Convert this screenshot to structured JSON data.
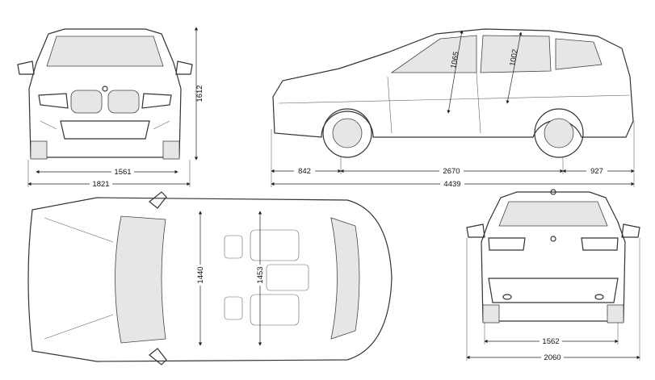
{
  "front_view": {
    "height": "1612",
    "track": "1561",
    "width": "1821"
  },
  "side_view": {
    "front_overhang": "842",
    "wheelbase": "2670",
    "rear_overhang": "927",
    "length": "4439",
    "front_headroom": "1065",
    "rear_headroom": "1002"
  },
  "top_view": {
    "front_interior_width": "1440",
    "rear_interior_width": "1453"
  },
  "rear_view": {
    "track": "1562",
    "width_with_mirrors": "2060"
  }
}
